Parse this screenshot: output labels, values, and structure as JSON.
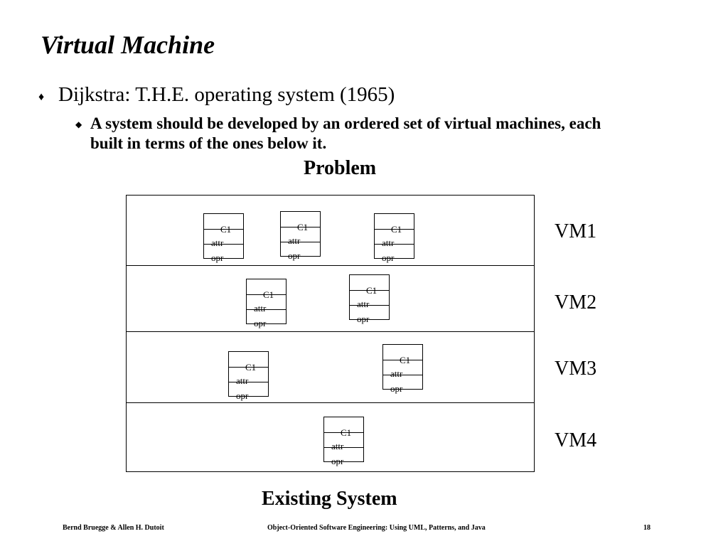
{
  "slide": {
    "title": "Virtual Machine",
    "bullet_glyph": "♦",
    "sub_bullet_glyph": "◆",
    "bullet1": "Dijkstra: T.H.E. operating system (1965)",
    "bullet2": "A system should be developed by an ordered set of virtual machines, each built in terms of the ones below it."
  },
  "diagram": {
    "top_label": "Problem",
    "bottom_label": "Existing System",
    "layers": [
      {
        "label": "VM1"
      },
      {
        "label": "VM2"
      },
      {
        "label": "VM3"
      },
      {
        "label": "VM4"
      }
    ],
    "class_box": {
      "name": "C1",
      "attr": "attr",
      "opr": "opr"
    }
  },
  "footer": {
    "authors": "Bernd Bruegge & Allen H. Dutoit",
    "book": "Object-Oriented Software Engineering: Using UML, Patterns, and Java",
    "page": "18"
  }
}
